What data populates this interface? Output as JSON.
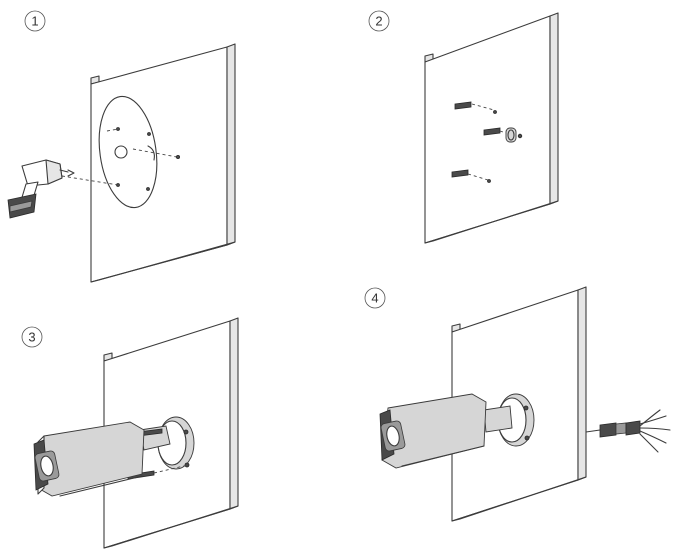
{
  "steps": [
    {
      "number": "1"
    },
    {
      "number": "2"
    },
    {
      "number": "3"
    },
    {
      "number": "4"
    }
  ],
  "colors": {
    "line": "#3c3c3c",
    "wall_side": "#e6e6e6",
    "dark_part": "#4a4a4a"
  },
  "icons": [
    "drill-icon",
    "mounting-template-icon",
    "anchor-icon",
    "screw-icon",
    "bullet-camera-icon",
    "cable-connector-icon"
  ]
}
